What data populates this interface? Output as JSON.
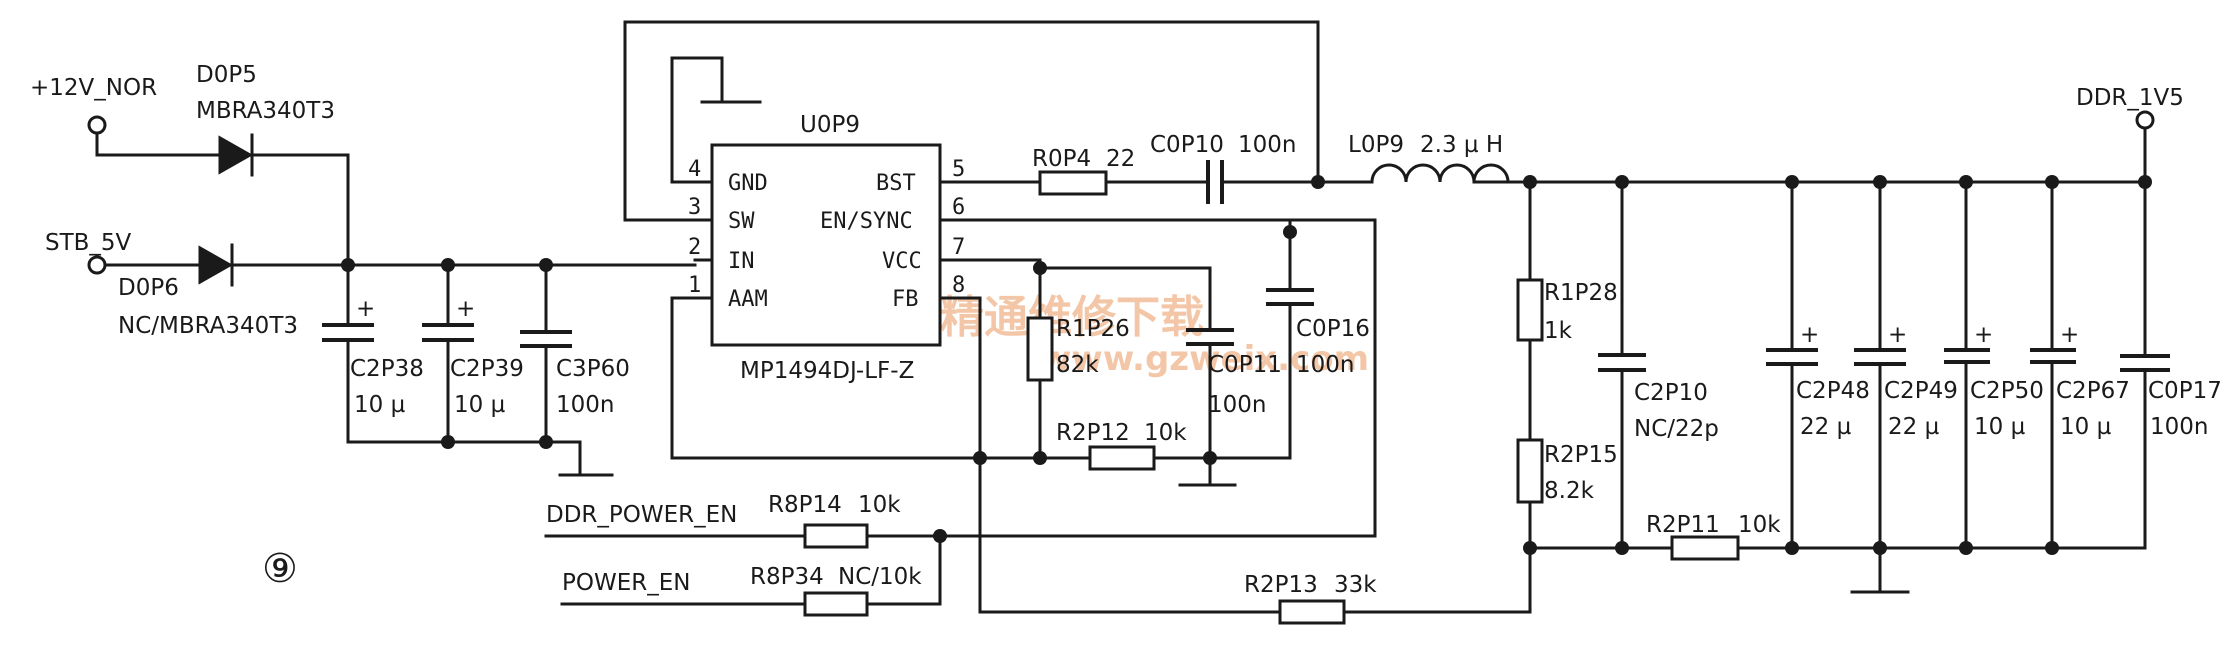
{
  "nets": {
    "v12": "+12V_NOR",
    "stb": "STB_5V",
    "ddr": "DDR_1V5",
    "ddr_power_en": "DDR_POWER_EN",
    "power_en": "POWER_EN"
  },
  "diodes": [
    {
      "ref": "D0P5",
      "value": "MBRA340T3"
    },
    {
      "ref": "D0P6",
      "value": "NC/MBRA340T3"
    }
  ],
  "ic": {
    "ref": "U0P9",
    "part": "MP1494DJ-LF-Z",
    "pins_left": [
      {
        "num": "4",
        "name": "GND"
      },
      {
        "num": "3",
        "name": "SW"
      },
      {
        "num": "2",
        "name": "IN"
      },
      {
        "num": "1",
        "name": "AAM"
      }
    ],
    "pins_right": [
      {
        "num": "5",
        "name": "BST"
      },
      {
        "num": "6",
        "name": "EN/SYNC"
      },
      {
        "num": "7",
        "name": "VCC"
      },
      {
        "num": "8",
        "name": "FB"
      }
    ]
  },
  "input_caps": [
    {
      "ref": "C2P38",
      "value": "10 µ"
    },
    {
      "ref": "C2P39",
      "value": "10 µ"
    },
    {
      "ref": "C3P60",
      "value": "100n"
    }
  ],
  "parts": {
    "r0p4": {
      "ref": "R0P4",
      "value": "22"
    },
    "c0p10": {
      "ref": "C0P10",
      "value": "100n"
    },
    "l0p9": {
      "ref": "L0P9",
      "value": "2.3 µ H"
    },
    "r1p26": {
      "ref": "R1P26",
      "value": "82k"
    },
    "c0p11": {
      "ref": "C0P11",
      "value": "100n"
    },
    "c0p16": {
      "ref": "C0P16",
      "value": "100n"
    },
    "r2p12": {
      "ref": "R2P12",
      "value": "10k"
    },
    "r8p14": {
      "ref": "R8P14",
      "value": "10k"
    },
    "r8p34": {
      "ref": "R8P34",
      "value": "NC/10k"
    },
    "r2p13": {
      "ref": "R2P13",
      "value": "33k"
    },
    "r1p28": {
      "ref": "R1P28",
      "value": "1k"
    },
    "r2p15": {
      "ref": "R2P15",
      "value": "8.2k"
    },
    "c2p10": {
      "ref": "C2P10",
      "value": "NC/22p"
    },
    "r2p11": {
      "ref": "R2P11",
      "value": "10k"
    }
  },
  "output_caps": [
    {
      "ref": "C2P48",
      "value": "22 µ"
    },
    {
      "ref": "C2P49",
      "value": "22 µ"
    },
    {
      "ref": "C2P50",
      "value": "10 µ"
    },
    {
      "ref": "C2P67",
      "value": "10 µ"
    },
    {
      "ref": "C0P17",
      "value": "100n"
    }
  ],
  "watermark": {
    "cn": "精通维修下载",
    "url": "www.gzweix.com"
  },
  "figure_number": "⑨"
}
